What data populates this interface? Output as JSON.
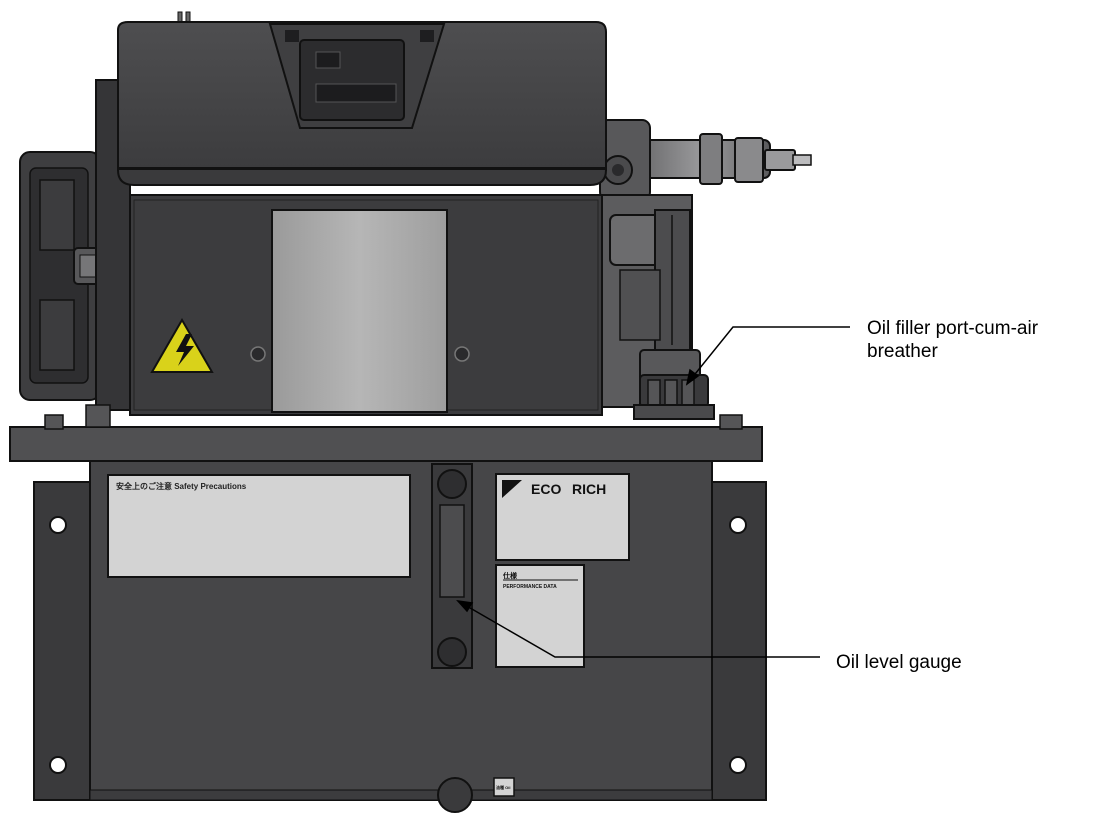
{
  "callouts": {
    "oil_filler": "Oil filler port-cum-air breather",
    "oil_level": "Oil level gauge"
  },
  "labels": {
    "brand": "ECO RICH",
    "brand_left": "ECO",
    "brand_right": "RICH",
    "warning_plate": "安全上のご注意 Safety Precautions",
    "spec_plate_title": "仕様",
    "spec_plate_sub": "PERFORMANCE DATA",
    "small_plate": "油種 Oil"
  },
  "colors": {
    "body": "#444446",
    "body_dark": "#2f2f31",
    "outline": "#111111",
    "plate": "#d3d3d3",
    "warning_yellow": "#d9d21a"
  },
  "icons": {
    "warning": "high-voltage-warning-icon",
    "logo_mark": "daikin-triangle-mark"
  }
}
